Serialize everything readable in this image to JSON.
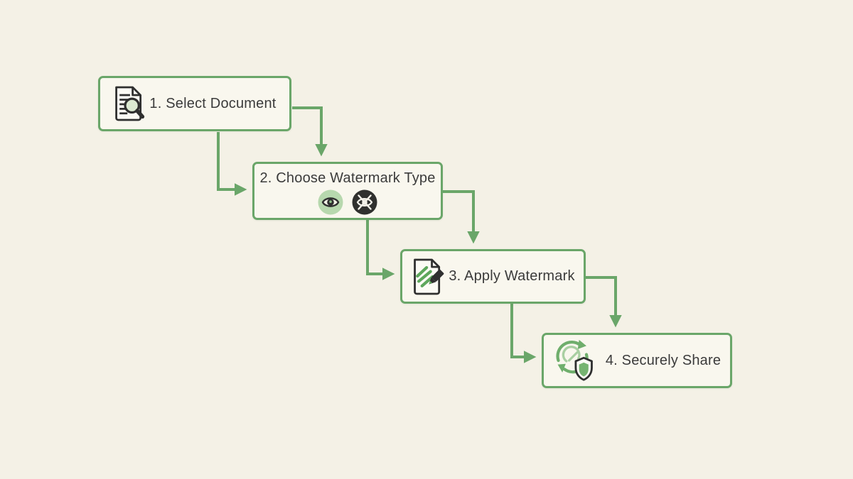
{
  "diagram": {
    "type": "flowchart",
    "topic": "document-watermarking-process",
    "colors": {
      "bg": "#f4f1e6",
      "box-bg": "#f9f7ee",
      "accent": "#6aa669",
      "text": "#3b3b3b",
      "icon-dark": "#2f2f2f",
      "light-green": "#b7d8ae",
      "pale-green": "#dcead2",
      "mid-green": "#5ea75c",
      "dark-circle": "#30302e"
    },
    "steps": [
      {
        "id": 1,
        "label": "1. Select Document",
        "icon": "document-search-icon"
      },
      {
        "id": 2,
        "label": "2. Choose Watermark Type",
        "icons": [
          "visible-watermark-eye-icon",
          "invisible-watermark-eye-off-icon"
        ]
      },
      {
        "id": 3,
        "label": "3. Apply Watermark",
        "icon": "document-pen-icon"
      },
      {
        "id": 4,
        "label": "4. Securely Share",
        "icon": "secure-share-shield-icon"
      }
    ],
    "flow": [
      "1-2",
      "2-3",
      "3-4"
    ]
  }
}
